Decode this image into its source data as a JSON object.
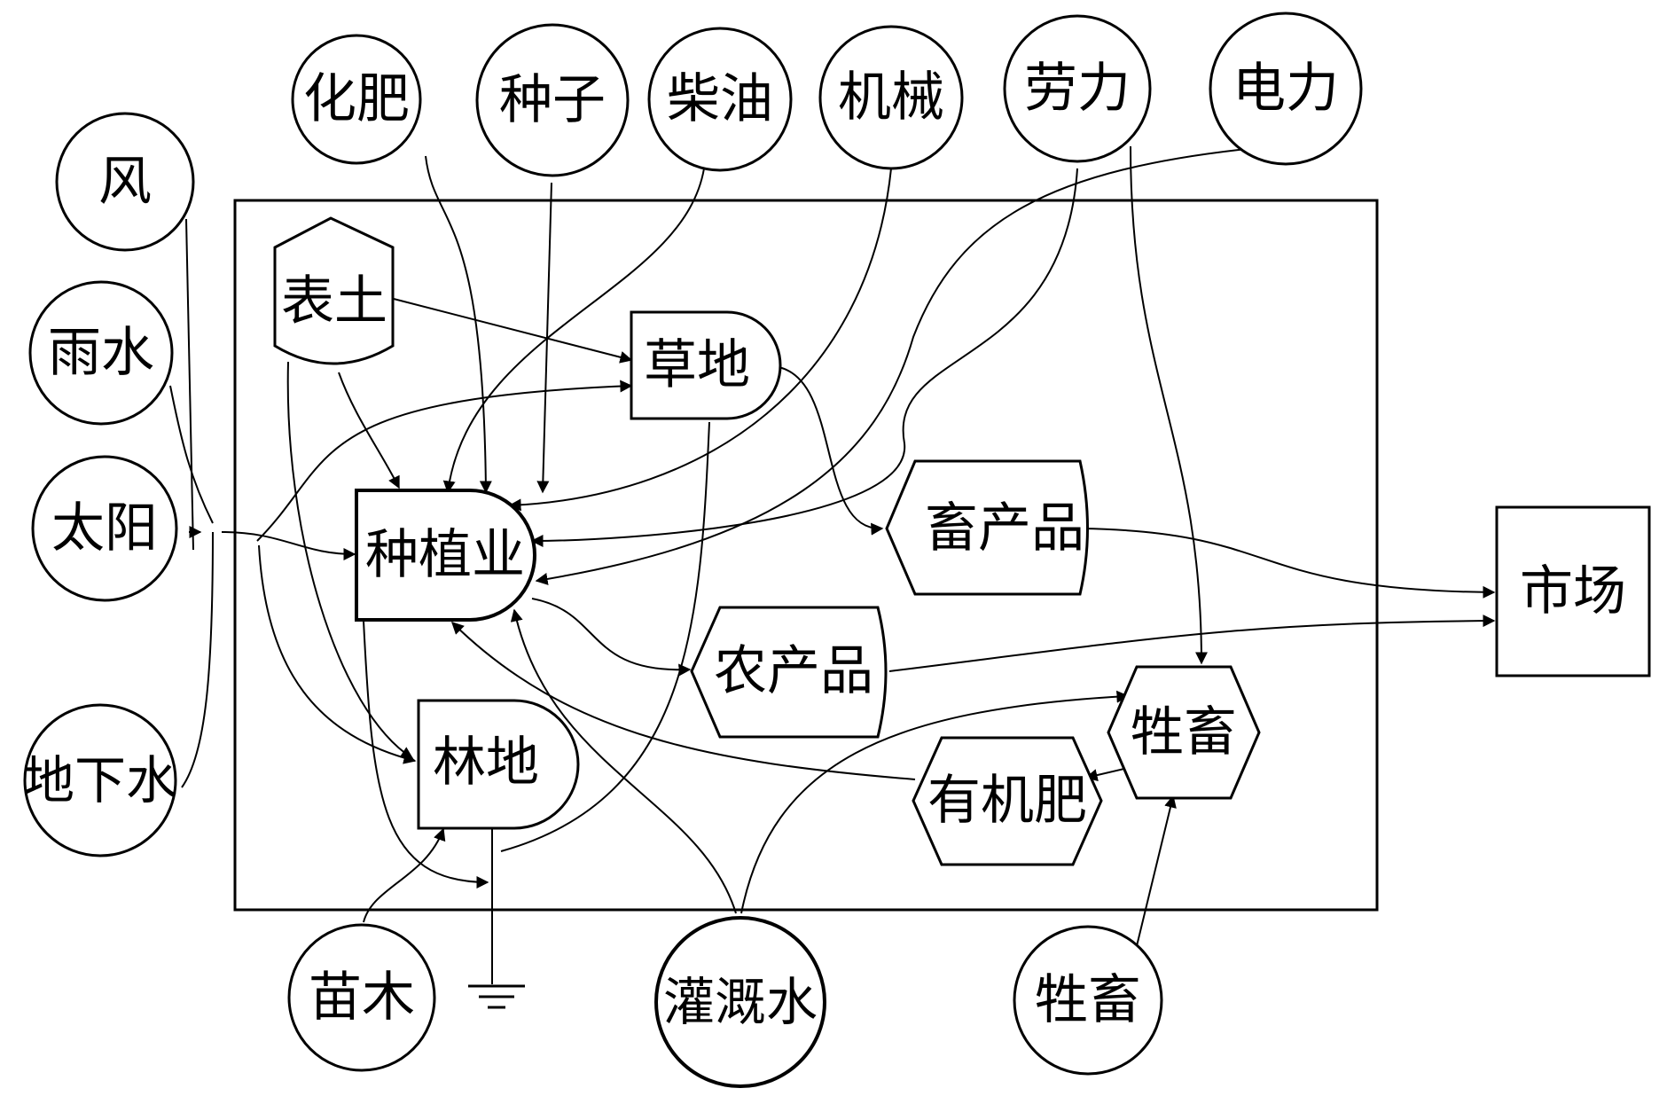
{
  "external_sources": {
    "wind": "风",
    "rain": "雨水",
    "sun": "太阳",
    "groundwater": "地下水",
    "fertilizer": "化肥",
    "seeds": "种子",
    "diesel": "柴油",
    "machinery": "机械",
    "labor": "劳力",
    "electricity": "电力",
    "seedlings": "苗木",
    "irrigation_water": "灌溉水",
    "livestock_input": "牲畜"
  },
  "system_components": {
    "topsoil": "表土",
    "grassland": "草地",
    "crop_farming": "种植业",
    "forest_land": "林地",
    "livestock_products": "畜产品",
    "agricultural_products": "农产品",
    "livestock": "牲畜",
    "organic_fertilizer": "有机肥"
  },
  "market": "市场"
}
